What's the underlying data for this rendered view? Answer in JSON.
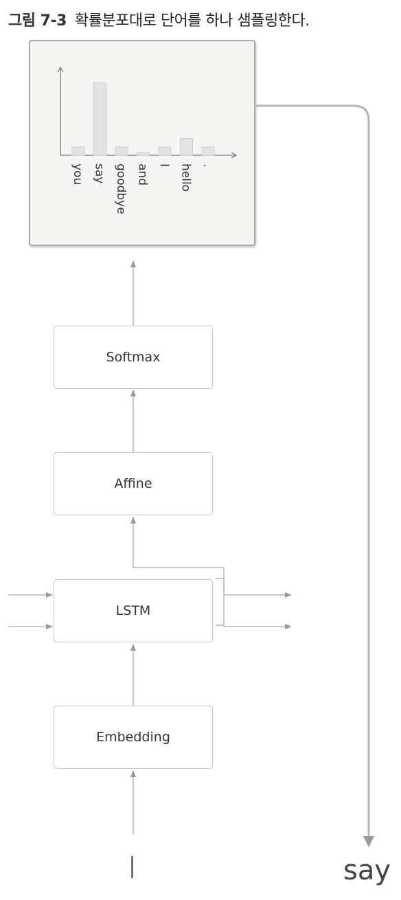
{
  "caption": {
    "number": "그림 7-3",
    "text": "확률분포대로 단어를 하나 샘플링한다."
  },
  "chart_data": {
    "type": "bar",
    "categories": [
      "you",
      "say",
      "goodbye",
      "and",
      "I",
      "hello",
      "."
    ],
    "values": [
      0.06,
      0.52,
      0.06,
      0.02,
      0.06,
      0.12,
      0.06
    ],
    "ylim": [
      0,
      0.6
    ],
    "colors": {
      "bar_fill": "#e3e3e3",
      "bar_stroke": "#cfcfcf",
      "axis": "#777777"
    }
  },
  "layers": {
    "softmax": "Softmax",
    "affine": "Affine",
    "lstm": "LSTM",
    "embedding": "Embedding"
  },
  "input_word": "I",
  "output_word": "say"
}
